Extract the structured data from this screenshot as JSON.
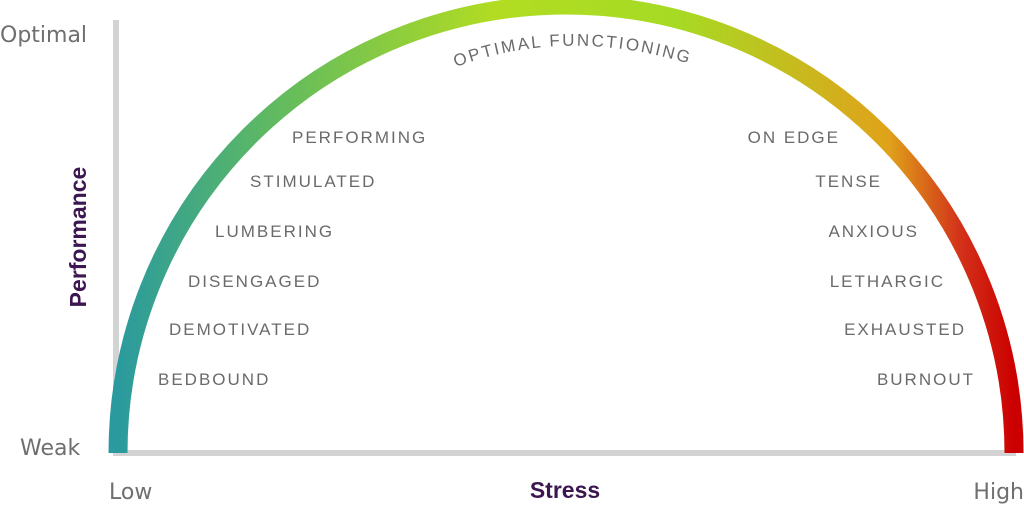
{
  "y_axis": {
    "title": "Performance",
    "top_label": "Optimal",
    "bottom_label": "Weak"
  },
  "x_axis": {
    "title": "Stress",
    "left_label": "Low",
    "right_label": "High"
  },
  "curve": {
    "peak_label": "OPTIMAL FUNCTIONING",
    "gradient_colors": [
      "#2a9a9e",
      "#62bb5e",
      "#b2dc22",
      "#a6db24",
      "#e0a21a",
      "#d2321a",
      "#cc0000"
    ]
  },
  "left_states": [
    "PERFORMING",
    "STIMULATED",
    "LUMBERING",
    "DISENGAGED",
    "DEMOTIVATED",
    "BEDBOUND"
  ],
  "right_states": [
    "ON EDGE",
    "TENSE",
    "ANXIOUS",
    "LETHARGIC",
    "EXHAUSTED",
    "BURNOUT"
  ]
}
